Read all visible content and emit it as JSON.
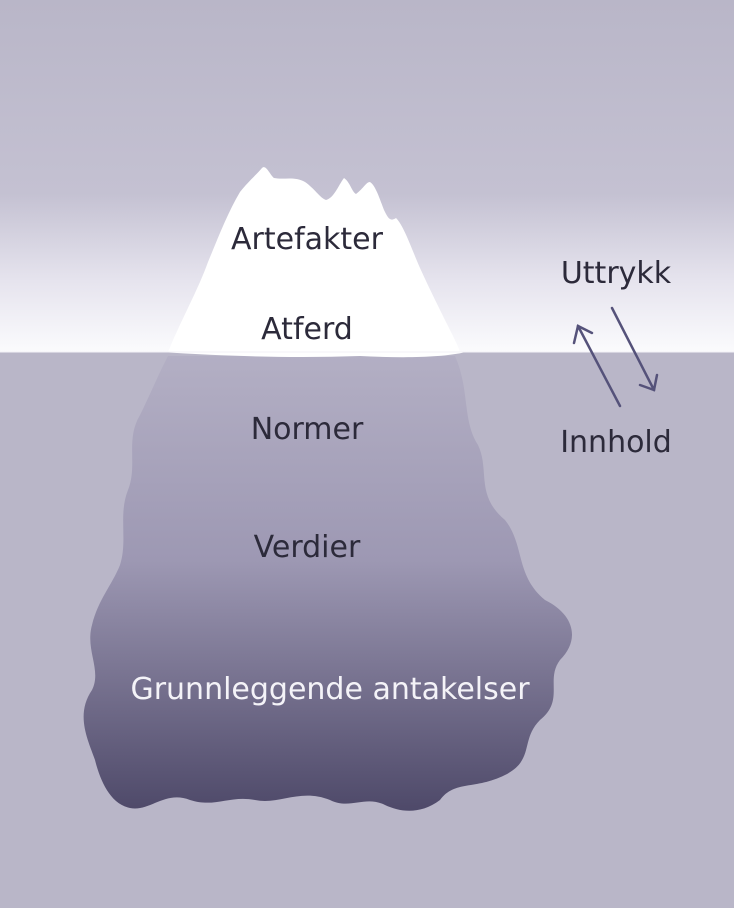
{
  "diagram": {
    "layers_above_water": [
      "Artefakter",
      "Atferd"
    ],
    "layers_below_water": [
      "Normer",
      "Verdier",
      "Grunnleggende antakelser"
    ],
    "side_labels": {
      "top": "Uttrykk",
      "bottom": "Innhold"
    },
    "colors": {
      "background": "#b9b6c8",
      "ice_above": "#ffffff",
      "ice_below_top": "#b2aec3",
      "ice_below_bottom": "#4d4868",
      "arrow": "#55527a",
      "text_dark": "#2c2a3a",
      "text_light": "#f4f3f8"
    }
  }
}
